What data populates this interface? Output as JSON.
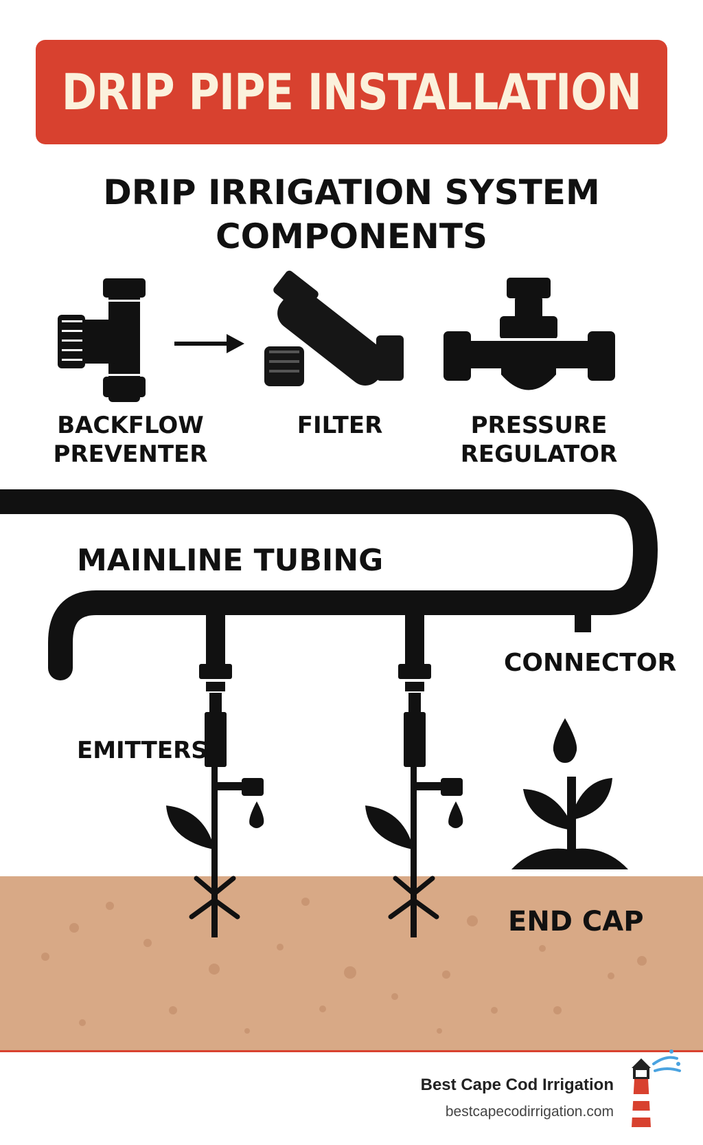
{
  "banner": {
    "title": "DRIP PIPE INSTALLATION"
  },
  "subtitle": {
    "line1": "DRIP IRRIGATION SYSTEM",
    "line2": "COMPONENTS"
  },
  "components": {
    "backflow": {
      "line1": "BACKFLOW",
      "line2": "PREVENTER"
    },
    "filter": {
      "label": "FILTER"
    },
    "regulator": {
      "line1": "PRESSURE",
      "line2": "REGULATOR"
    }
  },
  "labels": {
    "mainline": "MAINLINE TUBING",
    "connector": "CONNECTOR",
    "emitters": "EMITTERS",
    "end_cap": "END CAP"
  },
  "footer": {
    "brand": "Best Cape Cod Irrigation",
    "url": "bestcapecodirrigation.com"
  },
  "colors": {
    "banner_bg": "#d8412f",
    "banner_text": "#fbf1dc",
    "soil": "#d8a986",
    "soil_spot": "#c99673",
    "ink": "#111111",
    "footer_line": "#d8412f"
  }
}
